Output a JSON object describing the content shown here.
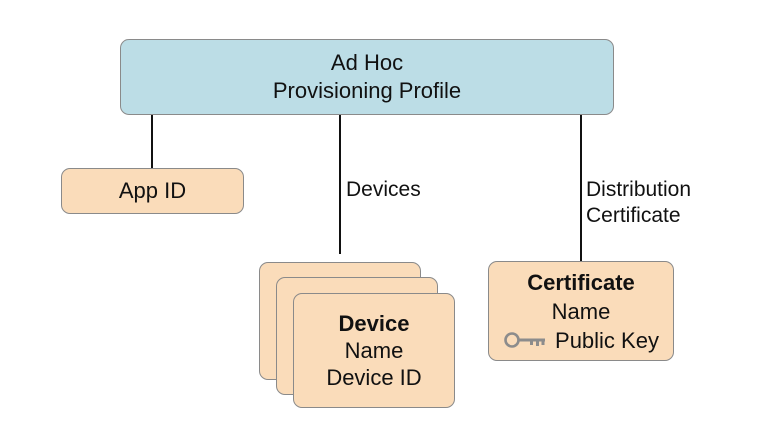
{
  "root": {
    "line1": "Ad Hoc",
    "line2": "Provisioning Profile"
  },
  "app_id": {
    "label": "App ID"
  },
  "devices_edge": {
    "label": "Devices"
  },
  "certificate_edge": {
    "line1": "Distribution",
    "line2": "Certificate"
  },
  "device_card": {
    "title": "Device",
    "line1": "Name",
    "line2": "Device ID"
  },
  "certificate_card": {
    "title": "Certificate",
    "line1": "Name",
    "line2": "Public Key",
    "icon": "key-icon"
  },
  "colors": {
    "root_fill": "#bcdde6",
    "leaf_fill": "#fadcba",
    "border": "#8a8a8a",
    "connector": "#111111",
    "key": "#8c8c8c"
  }
}
